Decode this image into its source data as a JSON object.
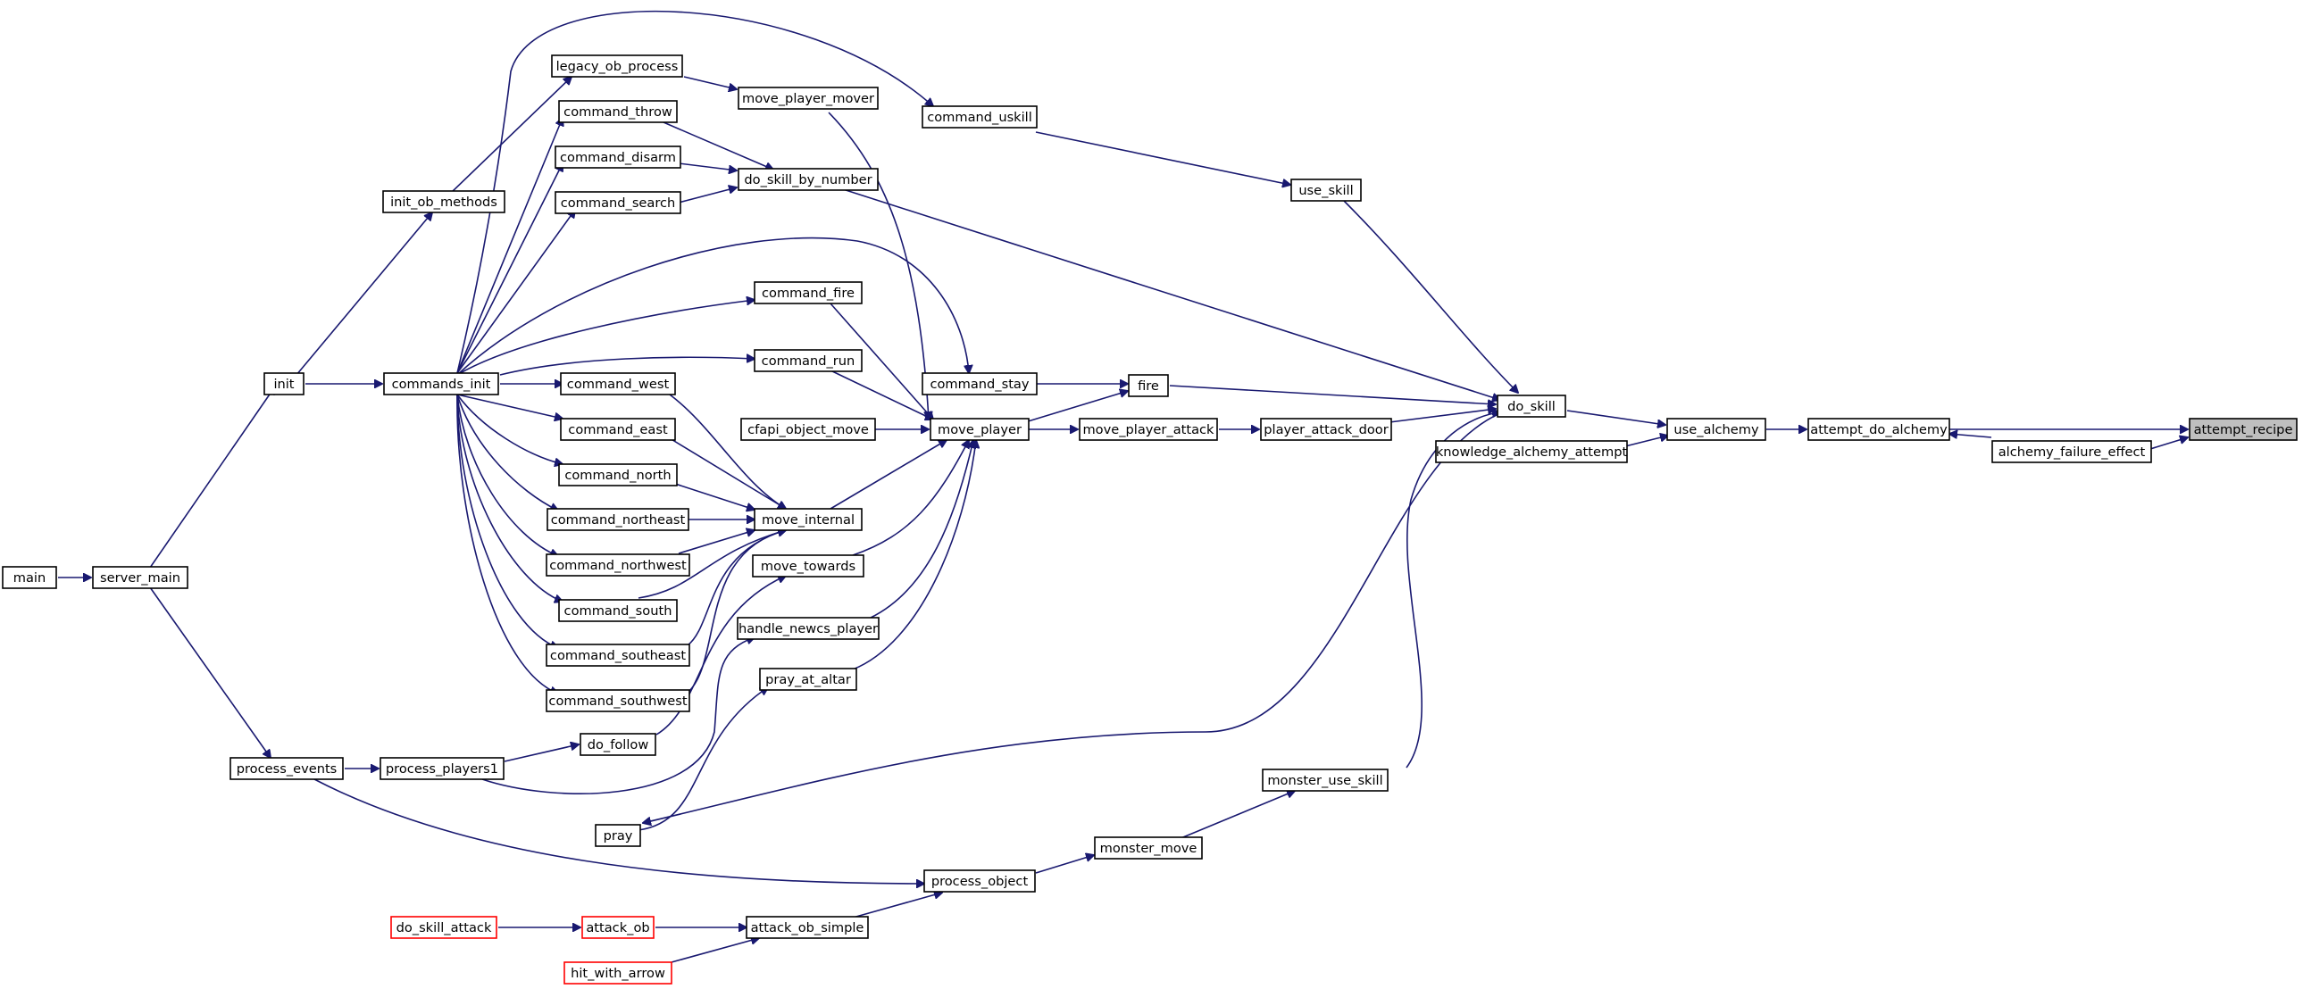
{
  "nodes": {
    "main": "main",
    "server_main": "server_main",
    "init": "init",
    "init_ob_methods": "init_ob_methods",
    "commands_init": "commands_init",
    "process_events": "process_events",
    "process_players1": "process_players1",
    "legacy_ob_process": "legacy_ob_process",
    "command_throw": "command_throw",
    "command_disarm": "command_disarm",
    "command_search": "command_search",
    "command_west": "command_west",
    "command_east": "command_east",
    "command_north": "command_north",
    "command_northeast": "command_northeast",
    "command_northwest": "command_northwest",
    "command_south": "command_south",
    "command_southeast": "command_southeast",
    "command_southwest": "command_southwest",
    "do_follow": "do_follow",
    "pray": "pray",
    "do_skill_attack": "do_skill_attack",
    "attack_ob": "attack_ob",
    "hit_with_arrow": "hit_with_arrow",
    "move_player_mover": "move_player_mover",
    "do_skill_by_number": "do_skill_by_number",
    "command_fire": "command_fire",
    "command_run": "command_run",
    "cfapi_object_move": "cfapi_object_move",
    "move_internal": "move_internal",
    "move_towards": "move_towards",
    "handle_newcs_player": "handle_newcs_player",
    "pray_at_altar": "pray_at_altar",
    "attack_ob_simple": "attack_ob_simple",
    "command_uskill": "command_uskill",
    "command_stay": "command_stay",
    "move_player": "move_player",
    "process_object": "process_object",
    "fire": "fire",
    "move_player_attack": "move_player_attack",
    "monster_move": "monster_move",
    "use_skill": "use_skill",
    "player_attack_door": "player_attack_door",
    "monster_use_skill": "monster_use_skill",
    "do_skill": "do_skill",
    "knowledge_alchemy_attempt": "knowledge_alchemy_attempt",
    "use_alchemy": "use_alchemy",
    "attempt_do_alchemy": "attempt_do_alchemy",
    "alchemy_failure_effect": "alchemy_failure_effect",
    "attempt_recipe": "attempt_recipe"
  },
  "edge_color": "#191970",
  "external_border_color": "#ff0000",
  "highlight_fill": "#bfbfbf"
}
